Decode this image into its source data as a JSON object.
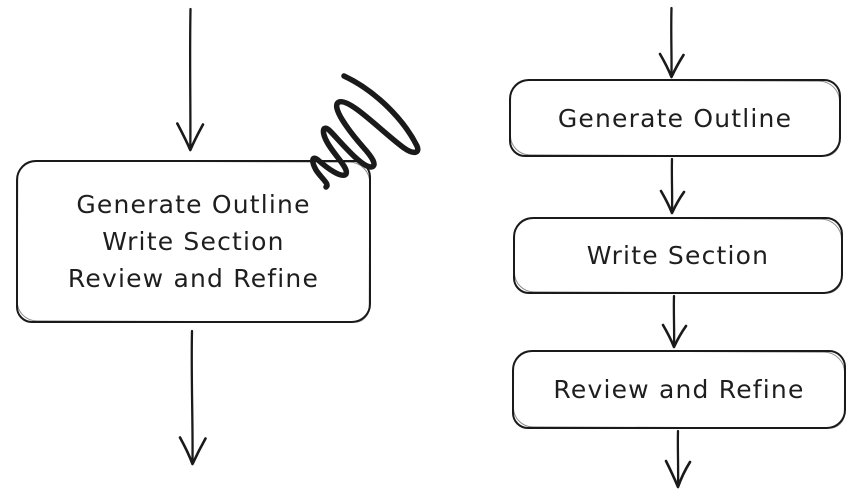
{
  "canvas": {
    "background_color": "#ffffff",
    "ink_color": "#1a1a1a",
    "style": "hand-drawn flowchart"
  },
  "left_flow": {
    "description": "single combined node, crossed out with a scribble",
    "node": {
      "lines": [
        "Generate Outline",
        "Write Section",
        "Review and Refine"
      ]
    },
    "scribble_icon": "scratch-out-scribble"
  },
  "right_flow": {
    "description": "three sequential nodes connected by arrows",
    "nodes": [
      {
        "label": "Generate Outline"
      },
      {
        "label": "Write Section"
      },
      {
        "label": "Review and Refine"
      }
    ]
  }
}
